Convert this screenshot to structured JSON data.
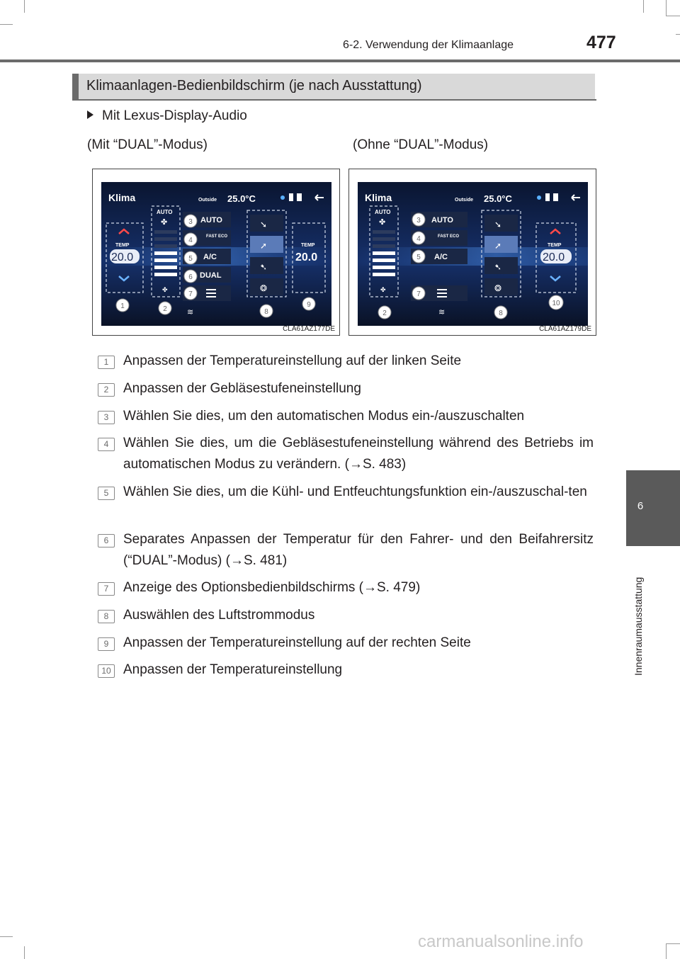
{
  "header": {
    "section_title": "6-2. Verwendung der Klimaanlage",
    "page_number": "477"
  },
  "side_tab": {
    "chapter_number": "6",
    "chapter_title": "Innenraumausstattung"
  },
  "section_heading": "Klimaanlagen-Bedienbildschirm (je nach Ausstattung)",
  "bullet": "Mit Lexus-Display-Audio",
  "captions": {
    "left": "(Mit “DUAL”-Modus)",
    "right": "(Ohne “DUAL”-Modus)"
  },
  "figures": {
    "left": {
      "code": "CLA61AZ177DE",
      "screen_title": "Klima",
      "outside_label": "Outside",
      "outside_temp": "25.0°C",
      "temp_label": "TEMP",
      "left_temp": "20.0",
      "right_temp": "20.0",
      "fan_auto": "AUTO",
      "btn_auto": "AUTO",
      "btn_fast_eco": "FAST ECO",
      "btn_ac": "A/C",
      "btn_dual": "DUAL",
      "callouts": [
        "1",
        "2",
        "3",
        "4",
        "5",
        "6",
        "7",
        "8",
        "9"
      ]
    },
    "right": {
      "code": "CLA61AZ179DE",
      "screen_title": "Klima",
      "outside_label": "Outside",
      "outside_temp": "25.0°C",
      "temp_label": "TEMP",
      "temp": "20.0",
      "fan_auto": "AUTO",
      "btn_auto": "AUTO",
      "btn_fast_eco": "FAST ECO",
      "btn_ac": "A/C",
      "callouts": [
        "2",
        "3",
        "4",
        "5",
        "7",
        "8",
        "10"
      ]
    }
  },
  "items": [
    {
      "num": "1",
      "text": "Anpassen der Temperatureinstellung auf der linken Seite"
    },
    {
      "num": "2",
      "text": "Anpassen der Gebläsestufeneinstellung"
    },
    {
      "num": "3",
      "text": "Wählen Sie dies, um den automatischen Modus ein-/auszuschalten"
    },
    {
      "num": "4",
      "text": "Wählen Sie dies, um die Gebläsestufeneinstellung während des Betriebs im automatischen Modus zu verändern. (→S. 483)"
    },
    {
      "num": "5",
      "text": "Wählen Sie dies, um die Kühl- und Entfeuchtungsfunktion ein-/auszuschal-ten"
    },
    {
      "num": "6",
      "text": "Separates Anpassen der Temperatur für den Fahrer- und den Beifahrersitz (“DUAL”-Modus) (→S. 481)"
    },
    {
      "num": "7",
      "text": "Anzeige des Optionsbedienbildschirms (→S. 479)"
    },
    {
      "num": "8",
      "text": "Auswählen des Luftstrommodus"
    },
    {
      "num": "9",
      "text": "Anpassen der Temperatureinstellung auf der rechten Seite"
    },
    {
      "num": "10",
      "text": "Anpassen der Temperatureinstellung"
    }
  ],
  "watermark": "carmanualsonline.info"
}
